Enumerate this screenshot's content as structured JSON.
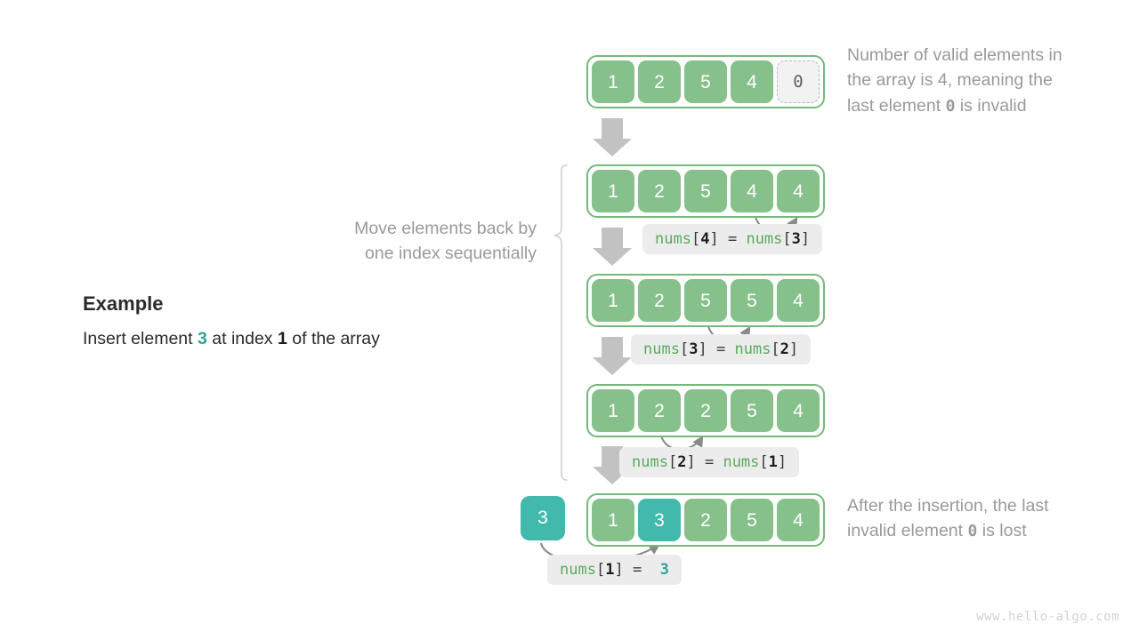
{
  "title": "Array insertion illustration",
  "colors": {
    "cell_green": "#86c08a",
    "cell_teal": "#41b9ad",
    "array_border": "#74b97a",
    "invalid_fill": "#f2f2f2",
    "invalid_border": "#b8b8b8",
    "chip_bg": "#ececec",
    "code_fn": "#5aaa5f",
    "note_gray": "#9a9a9a",
    "arrow_gray": "#c4c4c4"
  },
  "example": {
    "heading": "Example",
    "line_prefix": "Insert element ",
    "line_value": "3",
    "line_mid": " at index ",
    "line_index": "1",
    "line_suffix": " of the array"
  },
  "left_note": {
    "line1": "Move elements back by",
    "line2": "one index sequentially"
  },
  "notes": {
    "top": {
      "line1": "Number of valid elements in",
      "line2": "the array is 4, meaning the",
      "line3_pre": "last element ",
      "line3_code": "0",
      "line3_post": " is invalid"
    },
    "bottom": {
      "line1": "After the insertion, the last",
      "line2_pre": "invalid element ",
      "line2_code": "0",
      "line2_post": " is lost"
    }
  },
  "rows": [
    {
      "id": "row-initial",
      "cells": [
        {
          "value": "1",
          "style": "green"
        },
        {
          "value": "2",
          "style": "green"
        },
        {
          "value": "5",
          "style": "green"
        },
        {
          "value": "4",
          "style": "green"
        },
        {
          "value": "0",
          "style": "invalid"
        }
      ]
    },
    {
      "id": "row-step-1",
      "cells": [
        {
          "value": "1",
          "style": "green"
        },
        {
          "value": "2",
          "style": "green"
        },
        {
          "value": "5",
          "style": "green"
        },
        {
          "value": "4",
          "style": "green"
        },
        {
          "value": "4",
          "style": "green"
        }
      ]
    },
    {
      "id": "row-step-2",
      "cells": [
        {
          "value": "1",
          "style": "green"
        },
        {
          "value": "2",
          "style": "green"
        },
        {
          "value": "5",
          "style": "green"
        },
        {
          "value": "5",
          "style": "green"
        },
        {
          "value": "4",
          "style": "green"
        }
      ]
    },
    {
      "id": "row-step-3",
      "cells": [
        {
          "value": "1",
          "style": "green"
        },
        {
          "value": "2",
          "style": "green"
        },
        {
          "value": "2",
          "style": "green"
        },
        {
          "value": "5",
          "style": "green"
        },
        {
          "value": "4",
          "style": "green"
        }
      ]
    },
    {
      "id": "row-final",
      "cells": [
        {
          "value": "1",
          "style": "green"
        },
        {
          "value": "3",
          "style": "teal"
        },
        {
          "value": "2",
          "style": "green"
        },
        {
          "value": "5",
          "style": "green"
        },
        {
          "value": "4",
          "style": "green"
        }
      ]
    }
  ],
  "insert_box": {
    "value": "3"
  },
  "code_labels": [
    {
      "id": "code-1",
      "lhs_fn": "nums",
      "lhs_open": "[",
      "lhs_idx": "4",
      "lhs_close": "]",
      "eq": "=",
      "rhs_fn": "nums",
      "rhs_open": "[",
      "rhs_idx": "3",
      "rhs_close": "]",
      "rhs_plain": ""
    },
    {
      "id": "code-2",
      "lhs_fn": "nums",
      "lhs_open": "[",
      "lhs_idx": "3",
      "lhs_close": "]",
      "eq": "=",
      "rhs_fn": "nums",
      "rhs_open": "[",
      "rhs_idx": "2",
      "rhs_close": "]",
      "rhs_plain": ""
    },
    {
      "id": "code-3",
      "lhs_fn": "nums",
      "lhs_open": "[",
      "lhs_idx": "2",
      "lhs_close": "]",
      "eq": "=",
      "rhs_fn": "nums",
      "rhs_open": "[",
      "rhs_idx": "1",
      "rhs_close": "]",
      "rhs_plain": ""
    },
    {
      "id": "code-4",
      "lhs_fn": "nums",
      "lhs_open": "[",
      "lhs_idx": "1",
      "lhs_close": "]",
      "eq": "=",
      "rhs_fn": "",
      "rhs_open": "",
      "rhs_idx": "",
      "rhs_close": "",
      "rhs_plain": "3"
    }
  ],
  "footer": {
    "text": "www.hello-algo.com"
  }
}
